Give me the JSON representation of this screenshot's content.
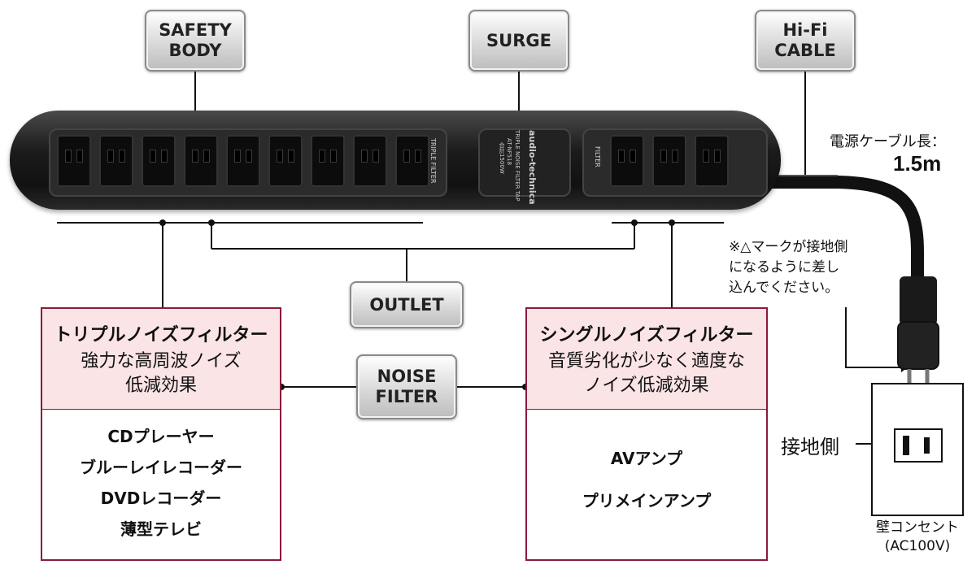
{
  "labels": {
    "safety_body": "SAFETY\nBODY",
    "surge": "SURGE",
    "hifi_cable": "Hi-Fi\nCABLE",
    "outlet": "OUTLET",
    "noise_filter": "NOISE\nFILTER"
  },
  "device": {
    "triple_filter_text": "TRIPLE FILTER",
    "filter_text": "FILTER",
    "brand": "audio-technica",
    "model_line1": "TRIPLE NOISE FILTER TAP",
    "model_line2": "AT-NF518",
    "rating": "合計1500W"
  },
  "cable": {
    "length_label": "電源ケーブル長：",
    "length_value": "1.5m"
  },
  "ground_note": "※△マークが接地側\nになるように差し\n込んでください。",
  "ground_side_label": "接地側",
  "wall_outlet_label": "壁コンセント\n(AC100V)",
  "triple": {
    "title": "トリプルノイズフィルター",
    "desc": "強力な高周波ノイズ\n低減効果",
    "devices": [
      "CDプレーヤー",
      "ブルーレイレコーダー",
      "DVDレコーダー",
      "薄型テレビ"
    ]
  },
  "single": {
    "title": "シングルノイズフィルター",
    "desc": "音質劣化が少なく適度な\nノイズ低減効果",
    "devices": [
      "AVアンプ",
      "プリメインアンプ"
    ]
  },
  "colors": {
    "box_border": "#8b1a3a",
    "box_header": "#fbe4e6",
    "device_body": "#1c1c1c"
  },
  "triple_outlet_count": 9,
  "single_outlet_count": 3
}
